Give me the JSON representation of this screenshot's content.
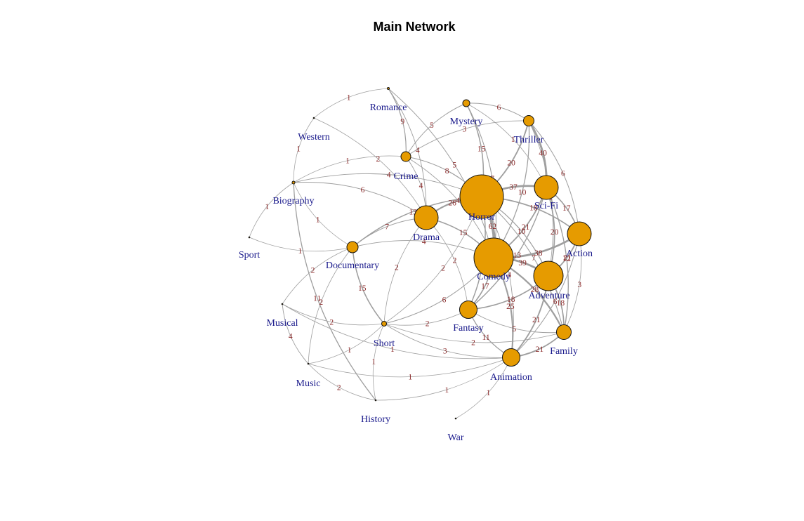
{
  "title": "Main Network",
  "colors": {
    "node": "#e69b00",
    "edge": "#9f9f9f",
    "node_label": "#1a1a8c",
    "edge_label": "#8b2a2a"
  },
  "nodes": [
    {
      "id": "Horror",
      "label": "Horror"
    },
    {
      "id": "Comedy",
      "label": "Comedy"
    },
    {
      "id": "Action",
      "label": "Action"
    },
    {
      "id": "Adventure",
      "label": "Adventure"
    },
    {
      "id": "Sci-Fi",
      "label": "Sci-Fi"
    },
    {
      "id": "Drama",
      "label": "Drama"
    },
    {
      "id": "Animation",
      "label": "Animation"
    },
    {
      "id": "Fantasy",
      "label": "Fantasy"
    },
    {
      "id": "Family",
      "label": "Family"
    },
    {
      "id": "Thriller",
      "label": "Thriller"
    },
    {
      "id": "Mystery",
      "label": "Mystery"
    },
    {
      "id": "Crime",
      "label": "Crime"
    },
    {
      "id": "Documentary",
      "label": "Documentary"
    },
    {
      "id": "Short",
      "label": "Short"
    },
    {
      "id": "Biography",
      "label": "Biography"
    },
    {
      "id": "Romance",
      "label": "Romance"
    },
    {
      "id": "Western",
      "label": "Western"
    },
    {
      "id": "Sport",
      "label": "Sport"
    },
    {
      "id": "Musical",
      "label": "Musical"
    },
    {
      "id": "Music",
      "label": "Music"
    },
    {
      "id": "History",
      "label": "History"
    },
    {
      "id": "War",
      "label": "War"
    }
  ],
  "edges": [
    {
      "source": "Horror",
      "target": "Comedy",
      "weight": 62
    },
    {
      "source": "Horror",
      "target": "Sci-Fi",
      "weight": 37
    },
    {
      "source": "Horror",
      "target": "Drama",
      "weight": 26
    },
    {
      "source": "Horror",
      "target": "Thriller",
      "weight": 20
    },
    {
      "source": "Horror",
      "target": "Action",
      "weight": 18
    },
    {
      "source": "Horror",
      "target": "Adventure",
      "weight": 10
    },
    {
      "source": "Horror",
      "target": "Mystery",
      "weight": 15
    },
    {
      "source": "Horror",
      "target": "Crime",
      "weight": 8
    },
    {
      "source": "Horror",
      "target": "Fantasy",
      "weight": 14
    },
    {
      "source": "Horror",
      "target": "Documentary",
      "weight": 13
    },
    {
      "source": "Horror",
      "target": "Animation",
      "weight": 4
    },
    {
      "source": "Horror",
      "target": "Family",
      "weight": 7
    },
    {
      "source": "Comedy",
      "target": "Adventure",
      "weight": 39
    },
    {
      "source": "Comedy",
      "target": "Action",
      "weight": 38
    },
    {
      "source": "Comedy",
      "target": "Sci-Fi",
      "weight": 21
    },
    {
      "source": "Comedy",
      "target": "Animation",
      "weight": 25
    },
    {
      "source": "Comedy",
      "target": "Family",
      "weight": 28
    },
    {
      "source": "Comedy",
      "target": "Drama",
      "weight": 15
    },
    {
      "source": "Comedy",
      "target": "Fantasy",
      "weight": 17
    },
    {
      "source": "Comedy",
      "target": "Crime",
      "weight": 4
    },
    {
      "source": "Comedy",
      "target": "Short",
      "weight": 6
    },
    {
      "source": "Comedy",
      "target": "Thriller",
      "weight": 10
    },
    {
      "source": "Comedy",
      "target": "Documentary",
      "weight": 4
    },
    {
      "source": "Action",
      "target": "Adventure",
      "weight": 21
    },
    {
      "source": "Action",
      "target": "Sci-Fi",
      "weight": 17
    },
    {
      "source": "Action",
      "target": "Family",
      "weight": 3
    },
    {
      "source": "Action",
      "target": "Thriller",
      "weight": 6
    },
    {
      "source": "Action",
      "target": "Animation",
      "weight": 6
    },
    {
      "source": "Adventure",
      "target": "Sci-Fi",
      "weight": 20
    },
    {
      "source": "Adventure",
      "target": "Family",
      "weight": 18
    },
    {
      "source": "Adventure",
      "target": "Animation",
      "weight": 21
    },
    {
      "source": "Adventure",
      "target": "Fantasy",
      "weight": 18
    },
    {
      "source": "Sci-Fi",
      "target": "Thriller",
      "weight": 40
    },
    {
      "source": "Sci-Fi",
      "target": "Mystery",
      "weight": 1
    },
    {
      "source": "Sci-Fi",
      "target": "Fantasy",
      "weight": 13
    },
    {
      "source": "Sci-Fi",
      "target": "Family",
      "weight": 12
    },
    {
      "source": "Drama",
      "target": "Documentary",
      "weight": 7
    },
    {
      "source": "Drama",
      "target": "Biography",
      "weight": 6
    },
    {
      "source": "Drama",
      "target": "Crime",
      "weight": 4
    },
    {
      "source": "Drama",
      "target": "Romance",
      "weight": 4
    },
    {
      "source": "Drama",
      "target": "Short",
      "weight": 2
    },
    {
      "source": "Drama",
      "target": "Western",
      "weight": 2
    },
    {
      "source": "Animation",
      "target": "Family",
      "weight": 21
    },
    {
      "source": "Animation",
      "target": "Fantasy",
      "weight": 11
    },
    {
      "source": "Animation",
      "target": "Short",
      "weight": 3
    },
    {
      "source": "Animation",
      "target": "Music",
      "weight": 1
    },
    {
      "source": "Animation",
      "target": "War",
      "weight": 1
    },
    {
      "source": "Animation",
      "target": "Musical",
      "weight": 1
    },
    {
      "source": "Animation",
      "target": "History",
      "weight": 1
    },
    {
      "source": "Fantasy",
      "target": "Family",
      "weight": 5
    },
    {
      "source": "Fantasy",
      "target": "Short",
      "weight": 2
    },
    {
      "source": "Thriller",
      "target": "Mystery",
      "weight": 6
    },
    {
      "source": "Thriller",
      "target": "Crime",
      "weight": 3
    },
    {
      "source": "Mystery",
      "target": "Crime",
      "weight": 5
    },
    {
      "source": "Crime",
      "target": "Romance",
      "weight": 9
    },
    {
      "source": "Crime",
      "target": "Biography",
      "weight": 1
    },
    {
      "source": "Documentary",
      "target": "Sport",
      "weight": 1
    },
    {
      "source": "Documentary",
      "target": "Biography",
      "weight": 1
    },
    {
      "source": "Documentary",
      "target": "Short",
      "weight": 15
    },
    {
      "source": "Documentary",
      "target": "Musical",
      "weight": 2
    },
    {
      "source": "Documentary",
      "target": "Music",
      "weight": 2
    },
    {
      "source": "Short",
      "target": "Musical",
      "weight": 2
    },
    {
      "source": "Short",
      "target": "Music",
      "weight": 1
    },
    {
      "source": "Short",
      "target": "History",
      "weight": 1
    },
    {
      "source": "Biography",
      "target": "Western",
      "weight": 1
    },
    {
      "source": "Biography",
      "target": "Sport",
      "weight": 1
    },
    {
      "source": "Biography",
      "target": "History",
      "weight": 11
    },
    {
      "source": "Romance",
      "target": "Western",
      "weight": 1
    },
    {
      "source": "Musical",
      "target": "Music",
      "weight": 4
    },
    {
      "source": "Music",
      "target": "History",
      "weight": 2
    },
    {
      "source": "Horror",
      "target": "Short",
      "weight": 2
    },
    {
      "source": "Horror",
      "target": "Biography",
      "weight": 4
    },
    {
      "source": "Comedy",
      "target": "Mystery",
      "weight": 7
    },
    {
      "source": "Comedy",
      "target": "Romance",
      "weight": 5
    },
    {
      "source": "Adventure",
      "target": "Thriller",
      "weight": 1
    },
    {
      "source": "Fantasy",
      "target": "Drama",
      "weight": 2
    },
    {
      "source": "Family",
      "target": "Short",
      "weight": 2
    }
  ]
}
